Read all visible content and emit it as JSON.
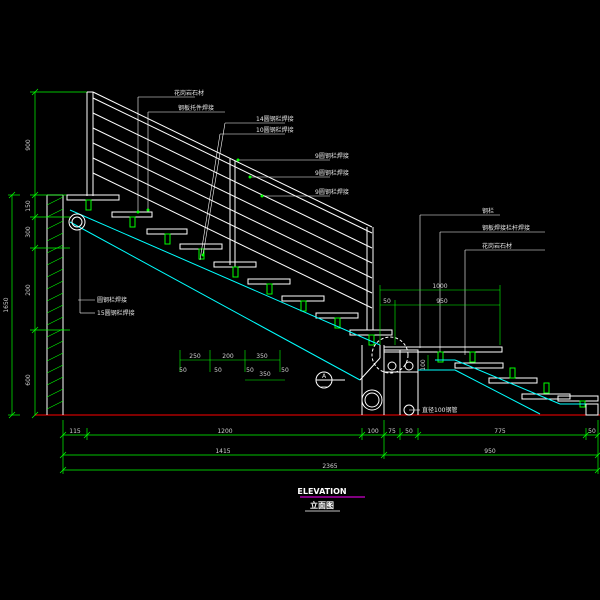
{
  "drawing": {
    "title": "ELEVATION",
    "subtitle": "立面图",
    "section_marker": "A",
    "section_marker_sub": "—"
  },
  "left_dims": {
    "rail_height": "900",
    "top_gap": "150",
    "seg1": "300",
    "seg2": "200",
    "seg3": "600",
    "total": "1650"
  },
  "callouts": {
    "c1": "花岗岩石材",
    "c2": "钢板托件焊接",
    "c3": "14圆钢栏焊接",
    "c4": "10圆钢栏焊接",
    "c5": "9圆钢栏焊接",
    "c6": "9圆钢栏焊接",
    "c7": "9圆钢栏焊接",
    "c8": "圆钢栏焊接",
    "c9": "15圆钢栏焊接",
    "c10": "钢栏",
    "c11": "钢板焊接栏杆焊接",
    "c12": "花岗岩石材",
    "c13": "直径100钢管"
  },
  "detail_dims": {
    "d1": "250",
    "d2": "200",
    "d3": "350",
    "d4": "50",
    "d5": "50",
    "d6": "50",
    "d7": "350",
    "d8": "50",
    "d9": "1000",
    "d10": "50",
    "d11": "950",
    "d12": "100"
  },
  "bottom_dims": {
    "b1": "115",
    "b2": "1200",
    "b3": "100",
    "b4": "75",
    "b5": "50",
    "b6": "775",
    "b7": "50",
    "b8": "1415",
    "b9": "950",
    "b10": "2365"
  },
  "colors": {
    "background": "#000000",
    "outline": "#ffffff",
    "dimension": "#00ff00",
    "hatch": "#00ff00",
    "ground": "#ff0000",
    "stringer": "#00ffff",
    "title_underline": "#ff00ff"
  }
}
